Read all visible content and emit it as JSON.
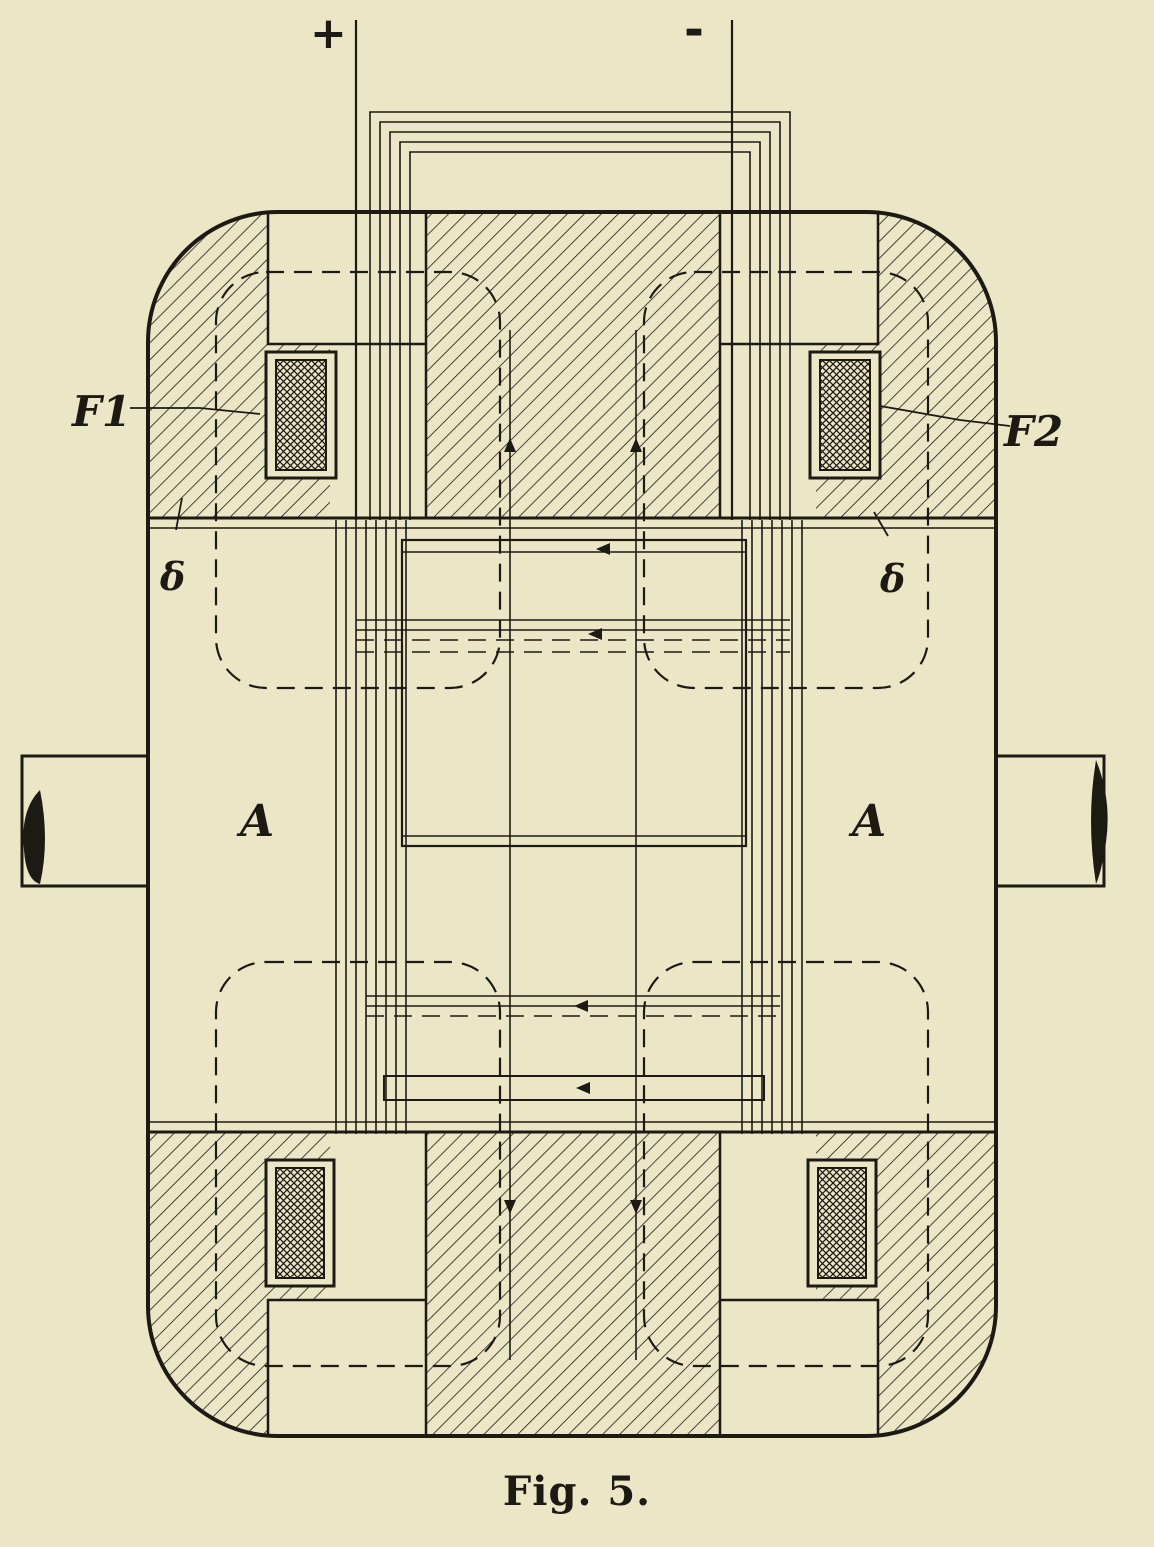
{
  "figure": {
    "caption": "Fig. 5.",
    "labels": {
      "plus": "+",
      "minus": "-",
      "field_coil_left": "F1",
      "field_coil_right": "F2",
      "gap_left": "δ",
      "gap_right": "δ",
      "armature_left": "A",
      "armature_right": "A"
    }
  },
  "colors": {
    "paper": "#ebe6c6",
    "ink": "#1d1a14"
  }
}
